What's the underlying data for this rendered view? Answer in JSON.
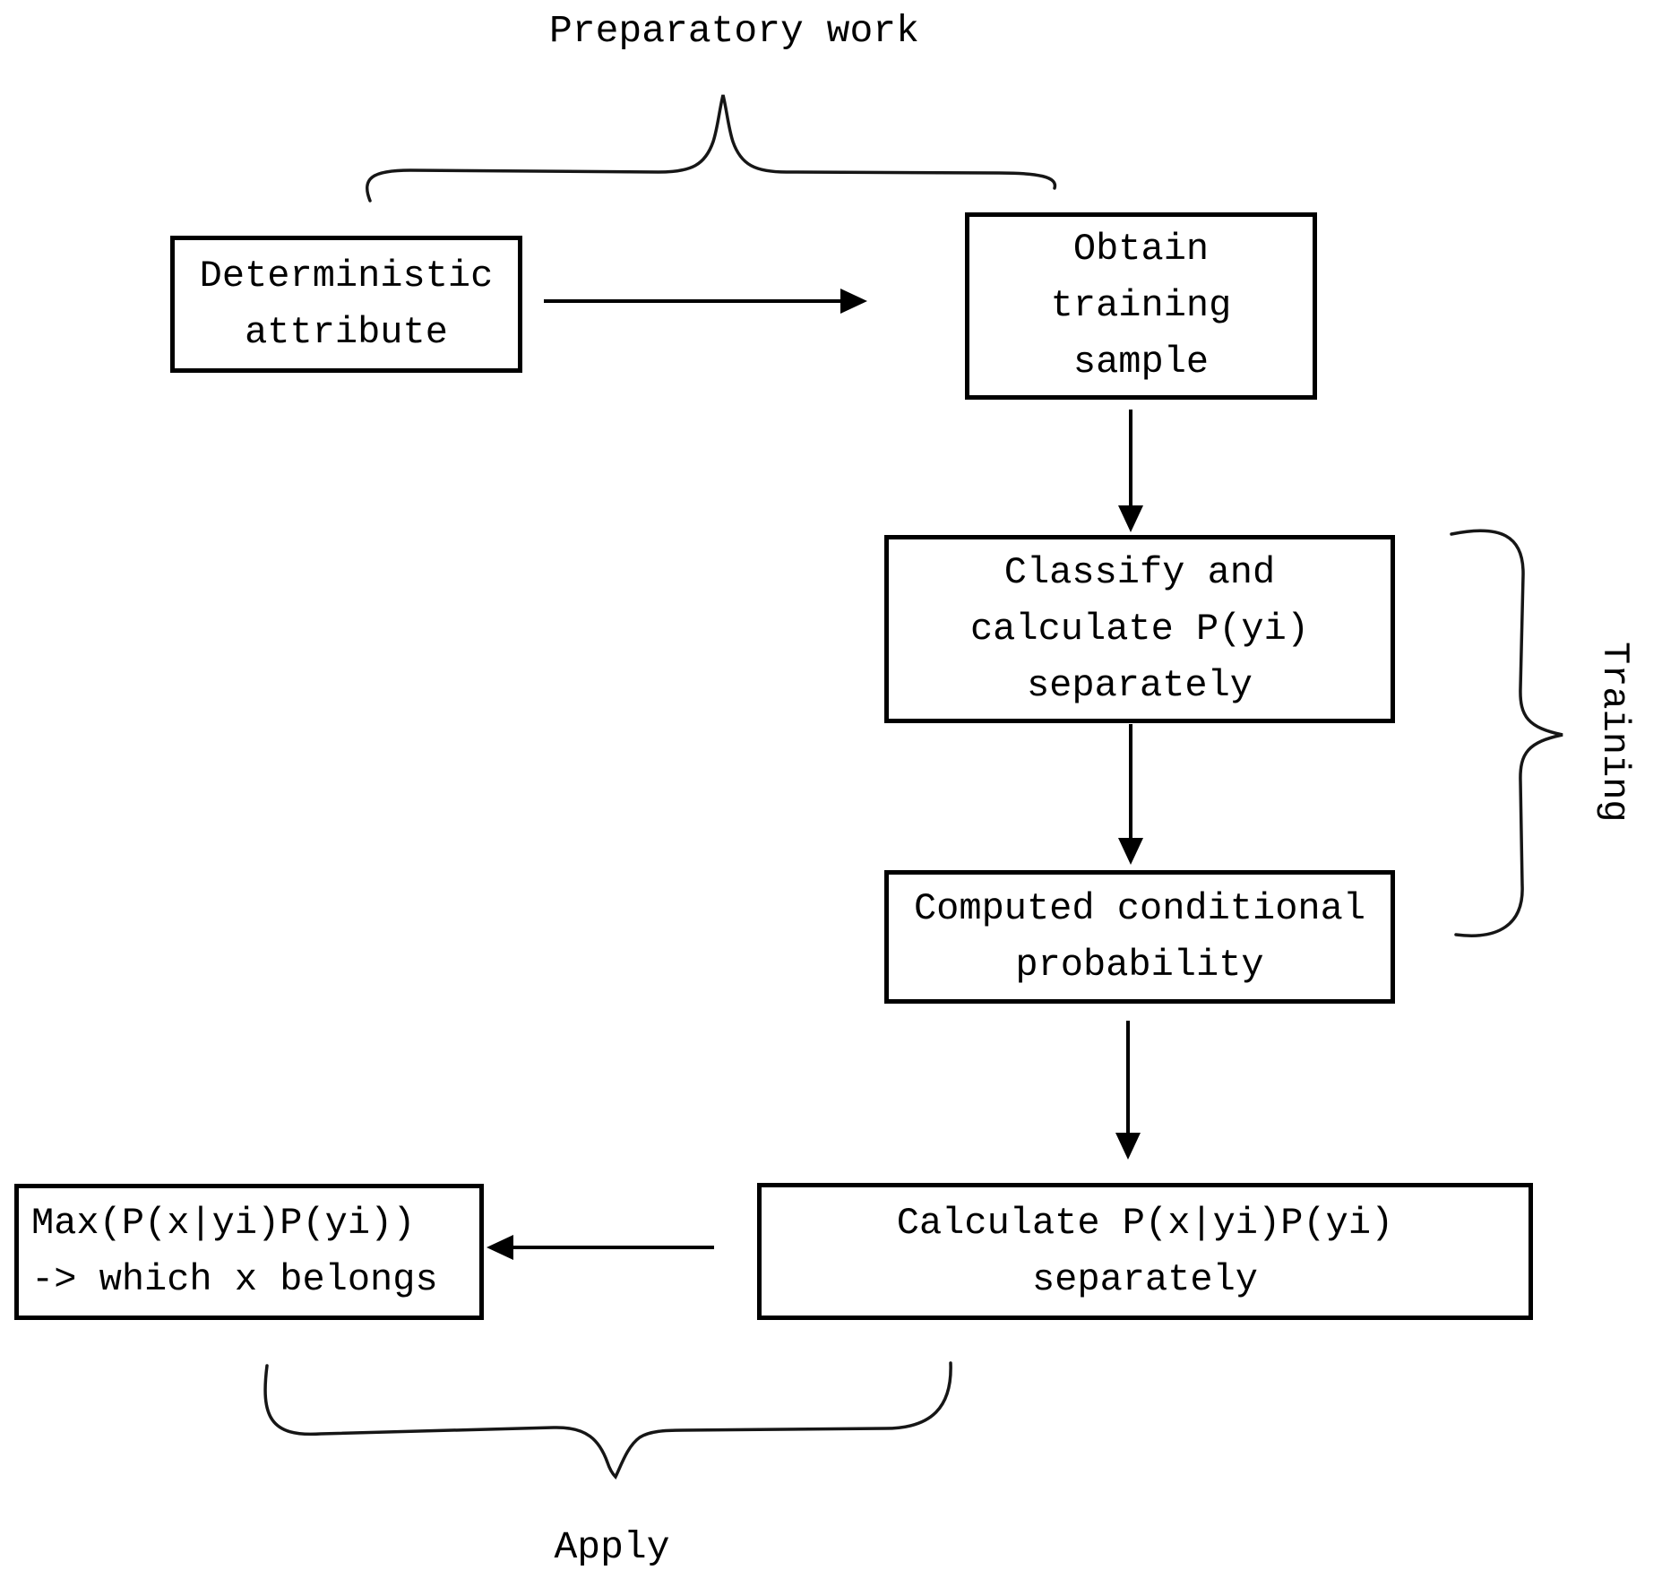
{
  "colors": {
    "background": "#ffffff",
    "stroke": "#161616",
    "text": "#000000"
  },
  "labels": {
    "preparatory": "Preparatory work",
    "training": "Training",
    "apply": "Apply"
  },
  "boxes": {
    "deterministic": {
      "lines": [
        "Deterministic",
        "attribute"
      ]
    },
    "obtain": {
      "lines": [
        "Obtain",
        "training",
        "sample"
      ]
    },
    "classify": {
      "lines": [
        "Classify and",
        "calculate P(yi)",
        "separately"
      ]
    },
    "conditional": {
      "lines": [
        "Computed conditional",
        "probability"
      ]
    },
    "calculate": {
      "lines": [
        "Calculate P(x|yi)P(yi)",
        "separately"
      ]
    },
    "decision": {
      "lines": [
        "Max(P(x|yi)P(yi))",
        "-> which x belongs"
      ]
    }
  }
}
